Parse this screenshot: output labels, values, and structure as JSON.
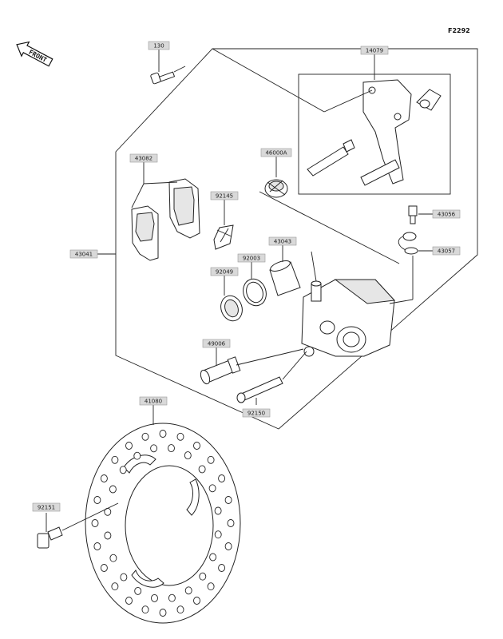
{
  "figure_code": "F2292",
  "front_indicator": "FRONT",
  "labels": {
    "l130": "130",
    "l14079": "14079",
    "l43082": "43082",
    "l92145": "92145",
    "l43041": "43041",
    "l46000A": "46000A",
    "l43056": "43056",
    "l43057": "43057",
    "l43043": "43043",
    "l92003": "92003",
    "l92049": "92049",
    "l49006": "49006",
    "l92150": "92150",
    "l41080": "41080",
    "l92151": "92151"
  }
}
